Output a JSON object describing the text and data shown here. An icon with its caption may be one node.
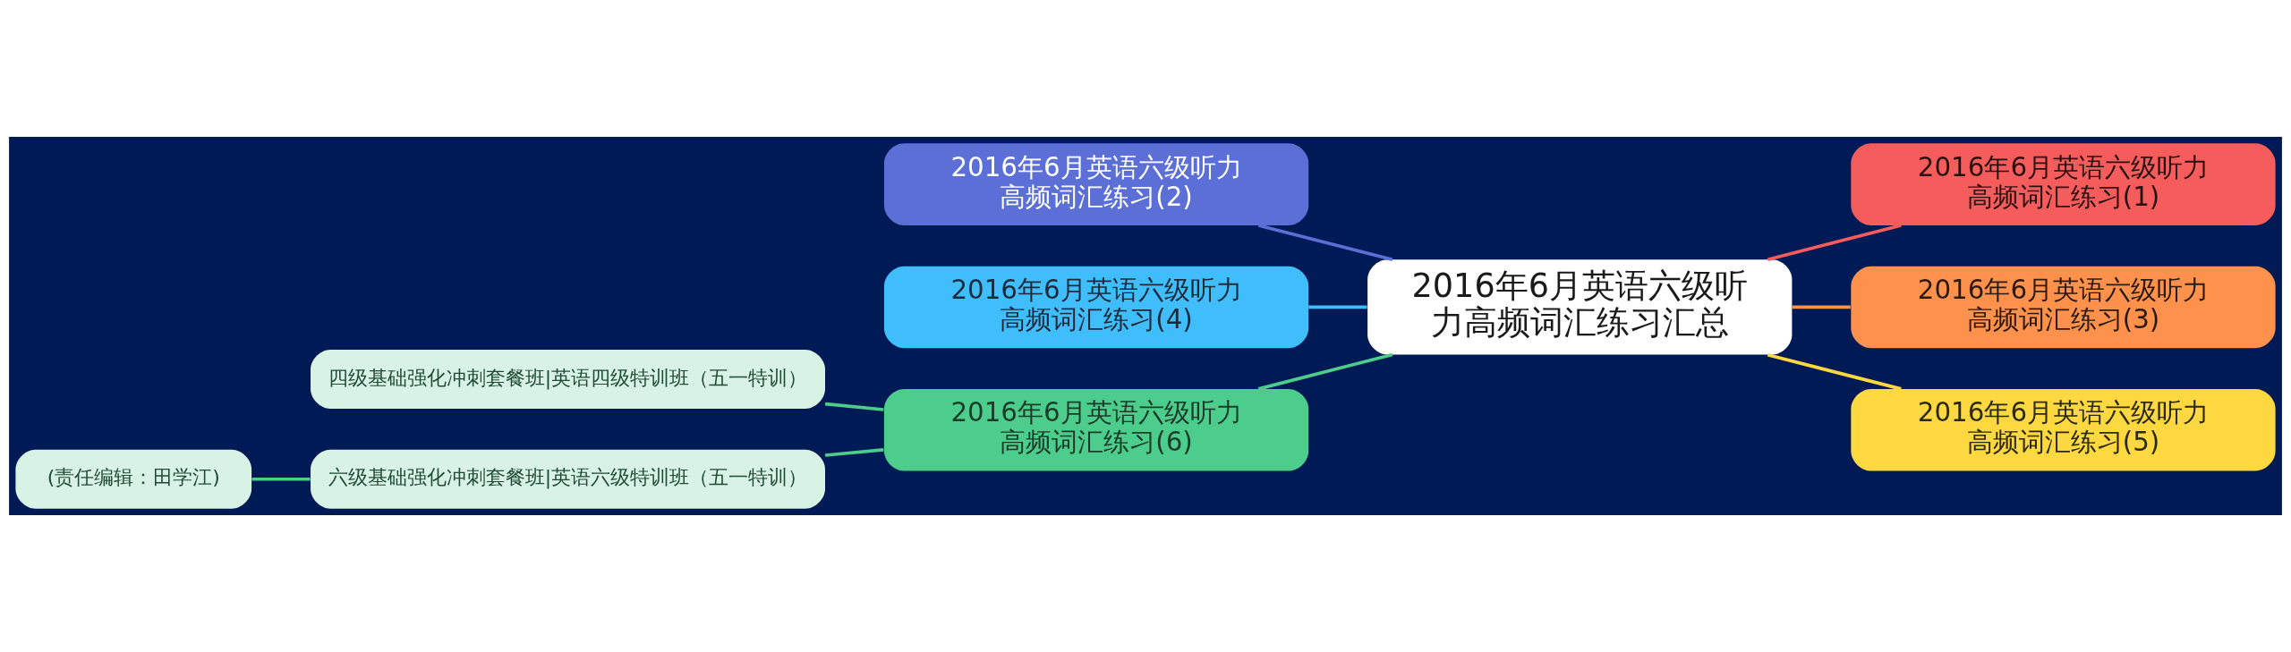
{
  "diagram": {
    "nodes": [
      {
        "text": [
          "2016年6月英语六级听力高频词汇练习汇总"
        ]
      },
      {
        "text": [
          "2016年6月英语六级听力高频词汇练习(2)"
        ]
      },
      {
        "text": [
          "2016年6月英语六级听力高频词汇练习(4)"
        ]
      },
      {
        "text": [
          "2016年6月英语六级听力高频词汇练习(6)"
        ]
      },
      {
        "text": [
          "四级基础强化冲刺套餐班|英语四级特训班（五一特训）"
        ]
      },
      {
        "text": [
          "六级基础强化冲刺套餐班|英语六级特训班（五一特训）"
        ]
      },
      {
        "text": [
          "(责任编辑：田学江)"
        ]
      },
      {
        "text": [
          "2016年6月英语六级听力高频词汇练习(1)"
        ]
      },
      {
        "text": [
          "2016年6月英语六级听力高频词汇练习(3)"
        ]
      },
      {
        "text": [
          "2016年6月英语六级听力高频词汇练习(5)"
        ]
      }
    ],
    "edges": [
      {
        "from": 0,
        "to": 1,
        "arrow": "none",
        "color": "#5b6fd6"
      },
      {
        "from": 0,
        "to": 2,
        "arrow": "none",
        "color": "#40bdfb"
      },
      {
        "from": 0,
        "to": 3,
        "arrow": "none",
        "color": "#4ccd8b"
      },
      {
        "from": 3,
        "to": 4,
        "arrow": "none",
        "color": "#4ccd8b"
      },
      {
        "from": 3,
        "to": 5,
        "arrow": "none",
        "color": "#4ccd8b"
      },
      {
        "from": 5,
        "to": 6,
        "arrow": "none",
        "color": "#4ccd8b"
      },
      {
        "from": 0,
        "to": 7,
        "arrow": "none",
        "color": "#f55d5d"
      },
      {
        "from": 0,
        "to": 8,
        "arrow": "none",
        "color": "#fe914b"
      },
      {
        "from": 0,
        "to": 9,
        "arrow": "none",
        "color": "#fdd840"
      }
    ]
  }
}
